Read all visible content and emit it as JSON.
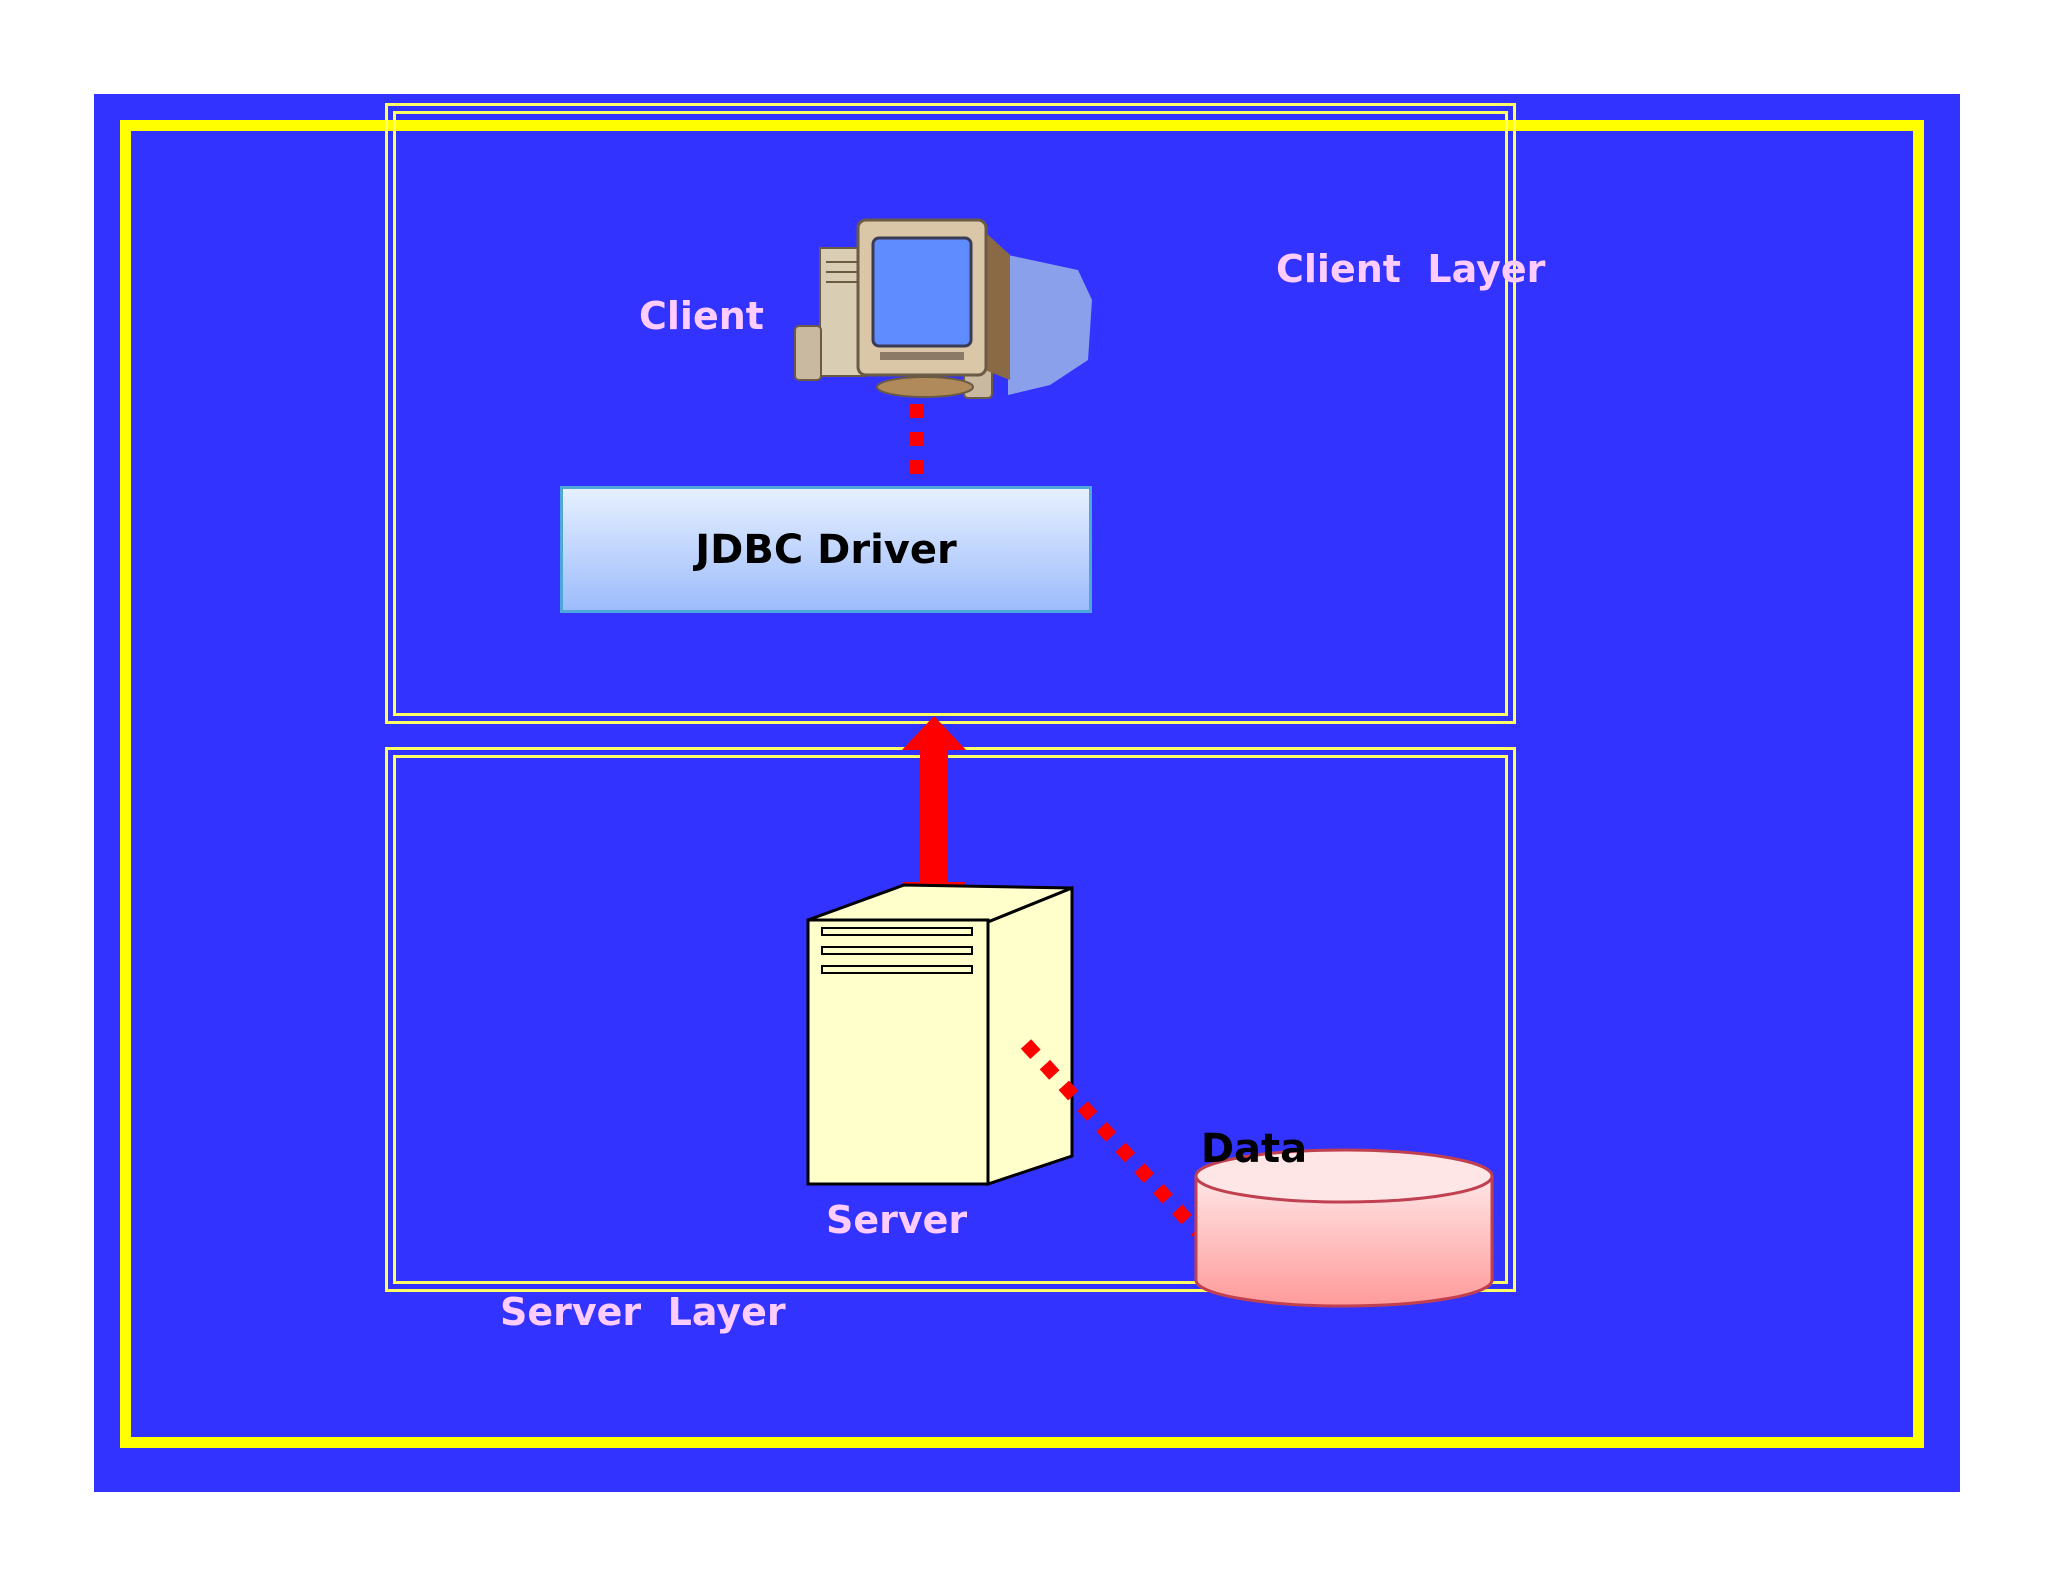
{
  "diagram": {
    "colors": {
      "background": "#3333ff",
      "frame": "#ffff00",
      "layer_border": "#ffff66",
      "label_text": "#ffccff",
      "connector": "#ff0000",
      "driver_fill": "#a9c4fb",
      "server_fill": "#ffffcc",
      "data_fill": "#ffb3b3"
    },
    "client_layer": {
      "label": "Client  Layer"
    },
    "server_layer": {
      "label": "Server  Layer"
    },
    "nodes": {
      "client": {
        "label": "Client",
        "icon": "desktop-computer-icon"
      },
      "jdbc_driver": {
        "label": "JDBC Driver"
      },
      "server": {
        "label": "Server",
        "icon": "server-tower-icon"
      },
      "data": {
        "label": "Data",
        "icon": "database-cylinder-icon"
      }
    },
    "connections": [
      {
        "from": "Client",
        "to": "JDBC Driver",
        "style": "dotted"
      },
      {
        "from": "JDBC Driver",
        "to": "Server",
        "style": "double-arrow"
      },
      {
        "from": "Server",
        "to": "Data",
        "style": "dotted"
      }
    ]
  }
}
